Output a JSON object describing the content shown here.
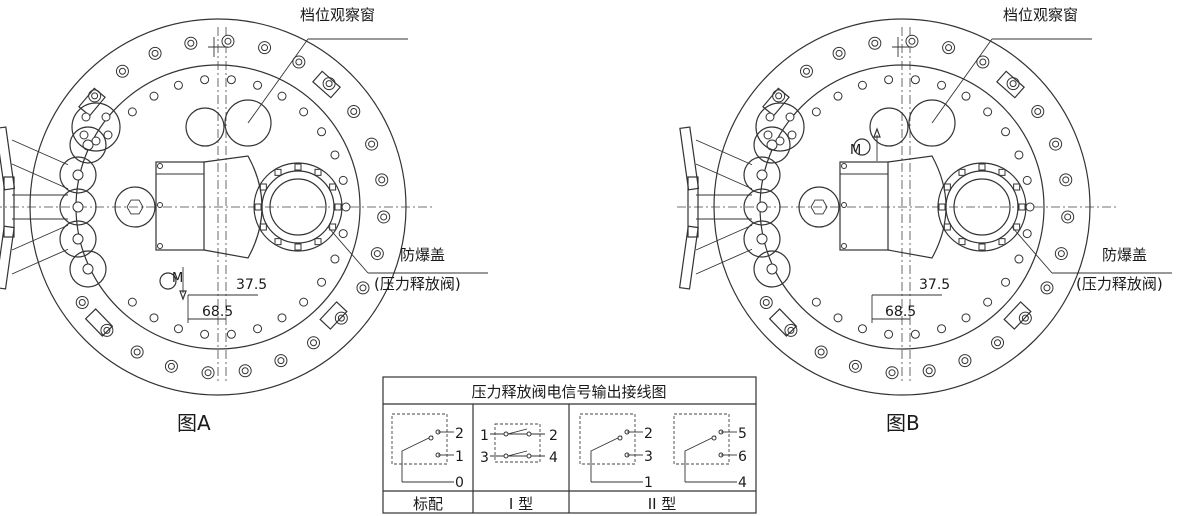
{
  "figure_a": {
    "caption": "图A",
    "label_window": "档位观察窗",
    "label_cover": "防爆盖",
    "label_valve": "(压力释放阀)",
    "motor": "M",
    "dim_1": "37.5",
    "dim_2": "68.5"
  },
  "figure_b": {
    "caption": "图B",
    "label_window": "档位观察窗",
    "label_cover": "防爆盖",
    "label_valve": "(压力释放阀)",
    "motor": "M",
    "dim_1": "37.5",
    "dim_2": "68.5"
  },
  "wiring_table": {
    "title": "压力释放阀电信号输出接线图",
    "col_standard": "标配",
    "col_type1": "I 型",
    "col_type2": "II 型",
    "std_terminals": [
      "2",
      "1",
      "0"
    ],
    "type1_terminals": [
      "1",
      "2",
      "3",
      "4"
    ],
    "type2a_terminals": [
      "2",
      "3",
      "1"
    ],
    "type2b_terminals": [
      "5",
      "6",
      "4"
    ]
  }
}
